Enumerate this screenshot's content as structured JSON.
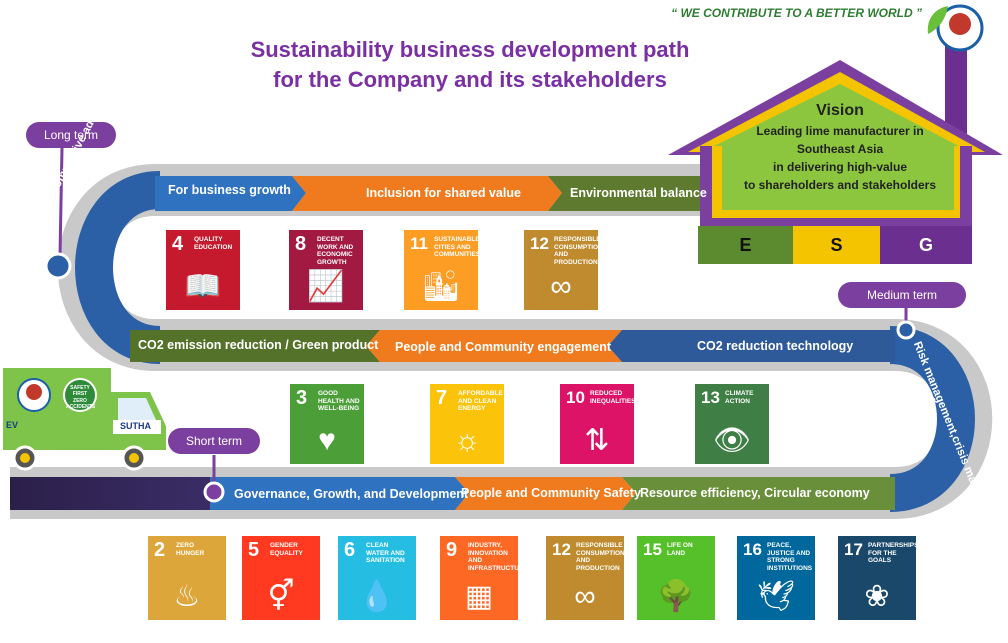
{
  "title_line1": "Sustainability business development path",
  "title_line2": "for the Company and its stakeholders",
  "motto": "“ WE CONTRIBUTE TO A BETTER WORLD ”",
  "vision": {
    "heading": "Vision",
    "line1": "Leading lime manufacturer in",
    "line2": "Southeast Asia",
    "line3": "in delivering high-value",
    "line4": "to shareholders and stakeholders"
  },
  "esg": [
    "E",
    "S",
    "G"
  ],
  "terms": {
    "long": "Long term",
    "medium": "Medium term",
    "short": "Short term"
  },
  "side_labels": {
    "left": "Innovation as competitive advantage",
    "right": "Risk management,crisis management"
  },
  "road_top": [
    "For business growth",
    "Inclusion for shared value",
    "Environmental balance"
  ],
  "road_middle": [
    "CO2 emission reduction / Green product",
    "People and Community engagement",
    "CO2 reduction technology"
  ],
  "road_bottom": [
    "Governance, Growth, and Development",
    "People and Community Safety",
    "Resource efficiency, Circular economy"
  ],
  "truck": {
    "brand": "SUTHA",
    "badge_line1": "SAFETY FIRST",
    "badge_line2": "ZERO ACCIDENTS",
    "plate": "EV"
  },
  "sdgs_row1": [
    {
      "num": "4",
      "text": "QUALITY EDUCATION",
      "color": "#c5192d",
      "icon": "book-icon",
      "glyph": "📖"
    },
    {
      "num": "8",
      "text": "DECENT WORK AND ECONOMIC GROWTH",
      "color": "#a21942",
      "icon": "growth-chart-icon",
      "glyph": "📈"
    },
    {
      "num": "11",
      "text": "SUSTAINABLE CITIES AND COMMUNITIES",
      "color": "#fd9d24",
      "icon": "city-icon",
      "glyph": "🏙"
    },
    {
      "num": "12",
      "text": "RESPONSIBLE CONSUMPTION AND PRODUCTION",
      "color": "#bf8b2e",
      "icon": "infinity-icon",
      "glyph": "∞"
    }
  ],
  "sdgs_row2": [
    {
      "num": "3",
      "text": "GOOD HEALTH AND WELL-BEING",
      "color": "#4c9f38",
      "icon": "heartbeat-icon",
      "glyph": "♥"
    },
    {
      "num": "7",
      "text": "AFFORDABLE AND CLEAN ENERGY",
      "color": "#fcc30b",
      "icon": "sun-power-icon",
      "glyph": "☼"
    },
    {
      "num": "10",
      "text": "REDUCED INEQUALITIES",
      "color": "#dd1367",
      "icon": "equality-icon",
      "glyph": "⇅"
    },
    {
      "num": "13",
      "text": "CLIMATE ACTION",
      "color": "#3f7e44",
      "icon": "eye-globe-icon",
      "glyph": "👁"
    }
  ],
  "sdgs_row3": [
    {
      "num": "2",
      "text": "ZERO HUNGER",
      "color": "#dda63a",
      "icon": "bowl-icon",
      "glyph": "♨"
    },
    {
      "num": "5",
      "text": "GENDER EQUALITY",
      "color": "#ff3a21",
      "icon": "gender-icon",
      "glyph": "⚥"
    },
    {
      "num": "6",
      "text": "CLEAN WATER AND SANITATION",
      "color": "#26bde2",
      "icon": "water-drop-icon",
      "glyph": "💧"
    },
    {
      "num": "9",
      "text": "INDUSTRY, INNOVATION AND INFRASTRUCTURE",
      "color": "#fd6925",
      "icon": "cubes-icon",
      "glyph": "▦"
    },
    {
      "num": "12",
      "text": "RESPONSIBLE CONSUMPTION AND PRODUCTION",
      "color": "#bf8b2e",
      "icon": "infinity-icon",
      "glyph": "∞"
    },
    {
      "num": "15",
      "text": "LIFE ON LAND",
      "color": "#56c02b",
      "icon": "tree-icon",
      "glyph": "🌳"
    },
    {
      "num": "16",
      "text": "PEACE, JUSTICE AND STRONG INSTITUTIONS",
      "color": "#00689d",
      "icon": "dove-icon",
      "glyph": "🕊"
    },
    {
      "num": "17",
      "text": "PARTNERSHIPS FOR THE GOALS",
      "color": "#19486a",
      "icon": "flower-icon",
      "glyph": "❀"
    }
  ]
}
